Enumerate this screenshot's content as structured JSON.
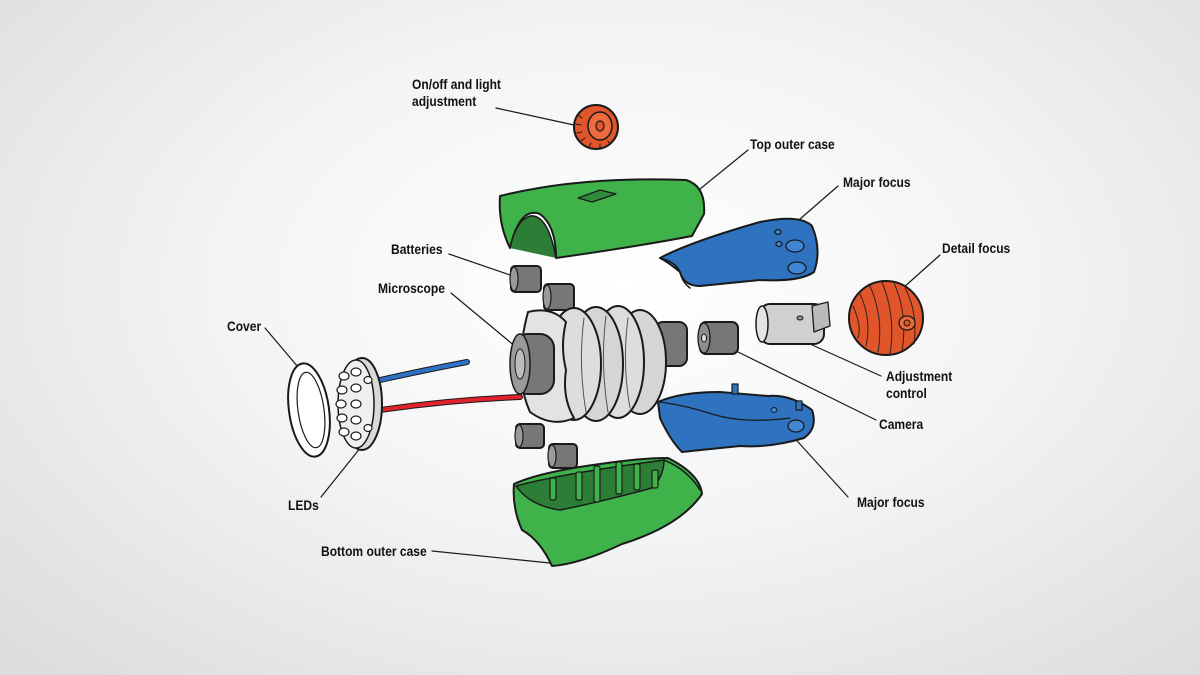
{
  "labels": {
    "on_off": [
      "On/off and light",
      "adjustment"
    ],
    "top_outer_case": "Top outer case",
    "major_focus_top": "Major focus",
    "detail_focus": "Detail focus",
    "batteries": "Batteries",
    "microscope": "Microscope",
    "cover": "Cover",
    "adjustment_control": [
      "Adjustment",
      "control"
    ],
    "camera": "Camera",
    "major_focus_bottom": "Major focus",
    "leds": "LEDs",
    "bottom_outer_case": "Bottom outer case"
  },
  "colors": {
    "case_green": "#3fb24a",
    "focus_blue": "#2f72c0",
    "knob_orange": "#e0552a",
    "metal_grey": "#cfd0d0",
    "wire_red": "#e0222a",
    "wire_blue": "#2e70c4",
    "outline": "#1a1a1a"
  }
}
